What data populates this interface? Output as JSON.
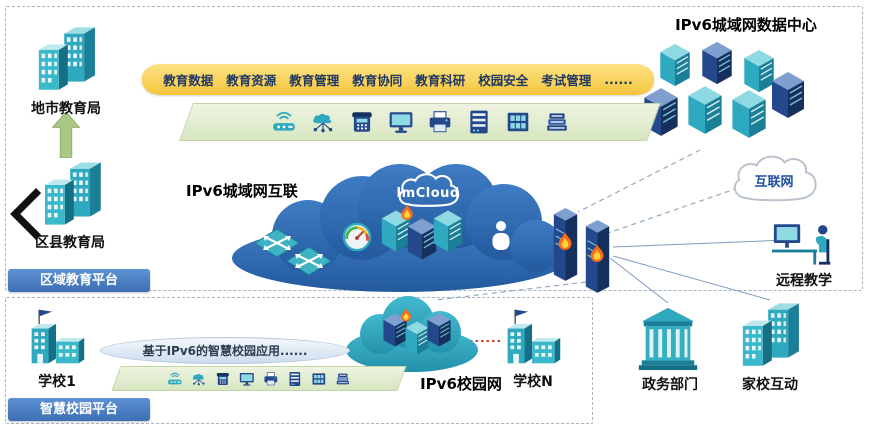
{
  "regional": {
    "platform_label": "区域教育平台",
    "city_bureau_label": "地市教育局",
    "county_bureau_label": "区县教育局",
    "datacenter_title": "IPv6城域网数据中心",
    "man_title": "IPv6城域网互联",
    "man_logo": "ImCloud",
    "services": [
      "教育数据",
      "教育资源",
      "教育管理",
      "教育协同",
      "教育科研",
      "校园安全",
      "考试管理",
      "......"
    ]
  },
  "campus": {
    "platform_label": "智慧校园平台",
    "school1_label": "学校1",
    "schoolN_label": "学校N",
    "apps_banner": "基于IPv6的智慧校园应用......",
    "campus_net_label": "IPv6校园网"
  },
  "external": {
    "internet_label": "互联网",
    "remote_teaching_label": "远程教学",
    "government_label": "政务部门",
    "home_school_label": "家校互动"
  },
  "icons": {
    "device_strip": [
      "wifi-router",
      "cloud-network",
      "ip-phone",
      "monitor",
      "printer",
      "server-rack",
      "storage-array",
      "document-stack"
    ],
    "campus_strip": [
      "wifi-router",
      "cloud-network",
      "ip-phone",
      "monitor",
      "printer",
      "server-rack",
      "storage-array",
      "document-stack"
    ]
  },
  "colors": {
    "teal": "#2fa9c0",
    "navy": "#24488c",
    "man_cloud_blue": "#2b67b1",
    "banner_yellow": "#f4c53d",
    "platform_label_blue": "#3d6fb4",
    "alert_red": "#d23b2e"
  }
}
